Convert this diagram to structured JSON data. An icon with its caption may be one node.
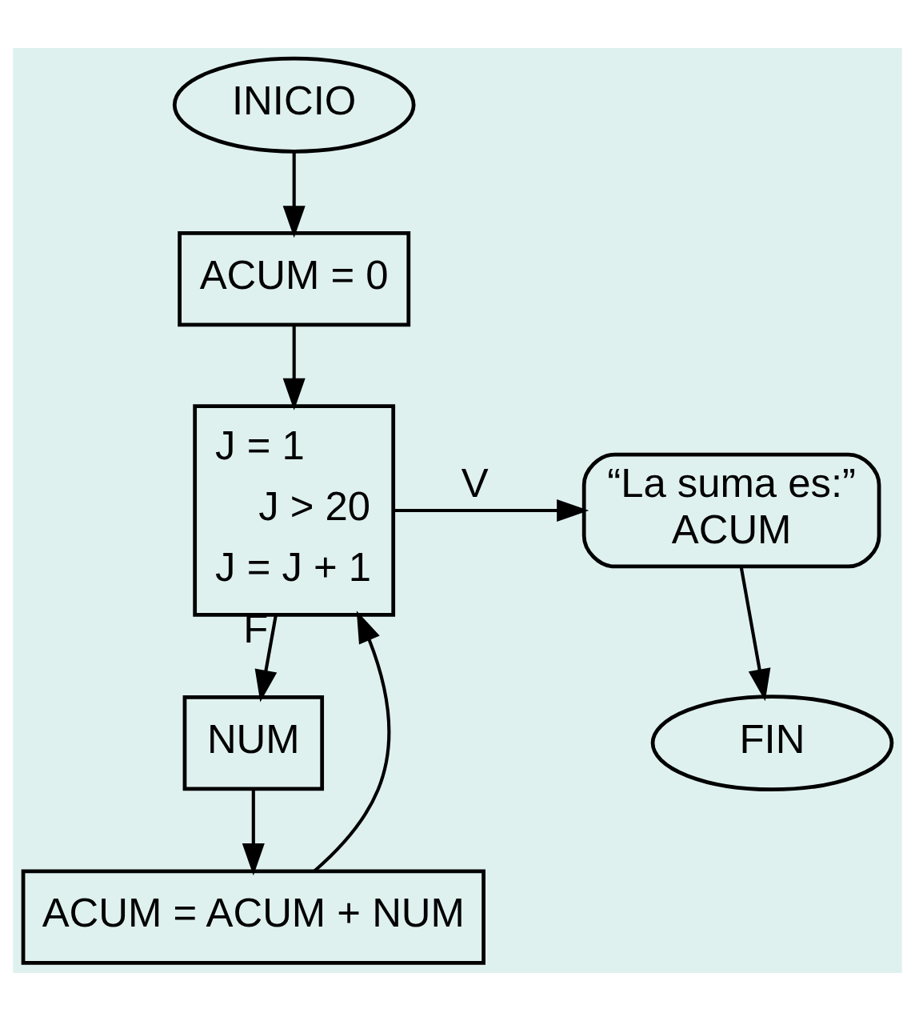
{
  "diagram": {
    "nodes": [
      {
        "text": [
          "INICIO"
        ]
      },
      {
        "text": [
          "ACUM = 0"
        ]
      },
      {
        "text": [
          "J = 1",
          "J > 20",
          "J = J + 1"
        ]
      },
      {
        "text": [
          "“La suma es:”",
          "ACUM"
        ]
      },
      {
        "text": [
          "FIN"
        ]
      },
      {
        "text": [
          "NUM"
        ]
      },
      {
        "text": [
          "ACUM = ACUM + NUM"
        ]
      }
    ],
    "edges": [
      {
        "from": 0,
        "to": 1,
        "arrow": "to"
      },
      {
        "from": 1,
        "to": 2,
        "arrow": "to"
      },
      {
        "from": 2,
        "to": 3,
        "arrow": "to",
        "label": "V"
      },
      {
        "from": 3,
        "to": 4,
        "arrow": "to"
      },
      {
        "from": 2,
        "to": 5,
        "arrow": "to",
        "label": "F"
      },
      {
        "from": 5,
        "to": 6,
        "arrow": "to"
      },
      {
        "from": 6,
        "to": 2,
        "arrow": "to"
      }
    ]
  }
}
